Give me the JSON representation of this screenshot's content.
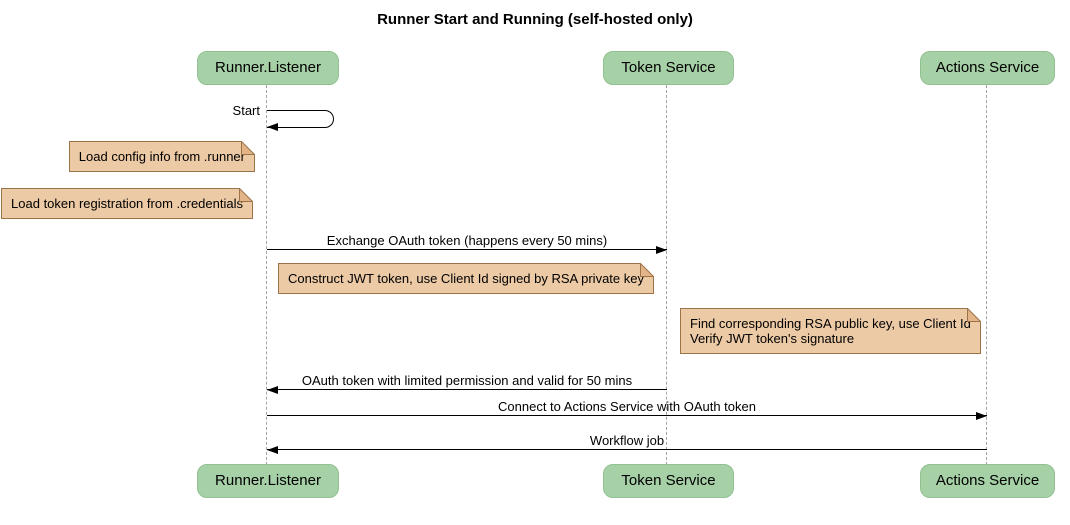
{
  "title": "Runner Start and Running (self-hosted only)",
  "colors": {
    "actor_fill": "#a6d0a6",
    "actor_border": "#91c091",
    "note_fill": "#eccaa5",
    "note_border": "#9b7346",
    "note_fold": "#e2b488",
    "lifeline": "#a3a3a3",
    "line": "#000000"
  },
  "participants": [
    {
      "name": "Runner.Listener"
    },
    {
      "name": "Token Service"
    },
    {
      "name": "Actions Service"
    }
  ],
  "messages": [
    {
      "label": "Start",
      "type": "self",
      "from": "Runner.Listener",
      "to": "Runner.Listener"
    },
    {
      "label": "Exchange OAuth token (happens every 50 mins)",
      "type": "solid-arrow",
      "from": "Runner.Listener",
      "to": "Token Service"
    },
    {
      "label": "OAuth token with limited permission and valid for 50 mins",
      "type": "solid-arrow",
      "from": "Token Service",
      "to": "Runner.Listener"
    },
    {
      "label": "Connect to Actions Service with OAuth token",
      "type": "solid-arrow",
      "from": "Runner.Listener",
      "to": "Actions Service"
    },
    {
      "label": "Workflow job",
      "type": "solid-arrow",
      "from": "Actions Service",
      "to": "Runner.Listener"
    }
  ],
  "notes": [
    {
      "text": "Load config info from .runner",
      "position": "left of Runner.Listener"
    },
    {
      "text": "Load token registration from .credentials",
      "position": "left of Runner.Listener"
    },
    {
      "text": "Construct JWT token, use Client Id signed by RSA private key",
      "position": "right of Runner.Listener"
    },
    {
      "lines": [
        "Find corresponding RSA public key, use Client Id",
        "Verify JWT token's signature"
      ],
      "position": "left of Actions Service"
    }
  ]
}
